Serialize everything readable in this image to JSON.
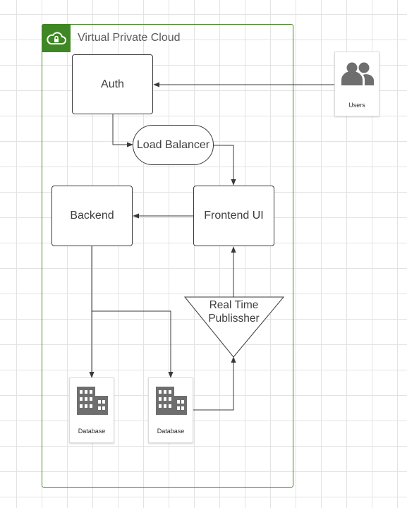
{
  "vpc": {
    "title": "Virtual Private Cloud"
  },
  "nodes": {
    "auth": "Auth",
    "load_balancer": "Load Balancer",
    "backend": "Backend",
    "frontend": "Frontend UI",
    "publisher_line1": "Real Time",
    "publisher_line2": "Publissher",
    "database_1": "Database",
    "database_2": "Database",
    "users": "Users"
  },
  "icons": {
    "vpc": "cloud-lock-icon",
    "users": "users-icon",
    "database": "building-icon"
  },
  "colors": {
    "vpc_border": "#3f8624",
    "icon_gray": "#6e6e6e",
    "line": "#3a3a3a"
  }
}
